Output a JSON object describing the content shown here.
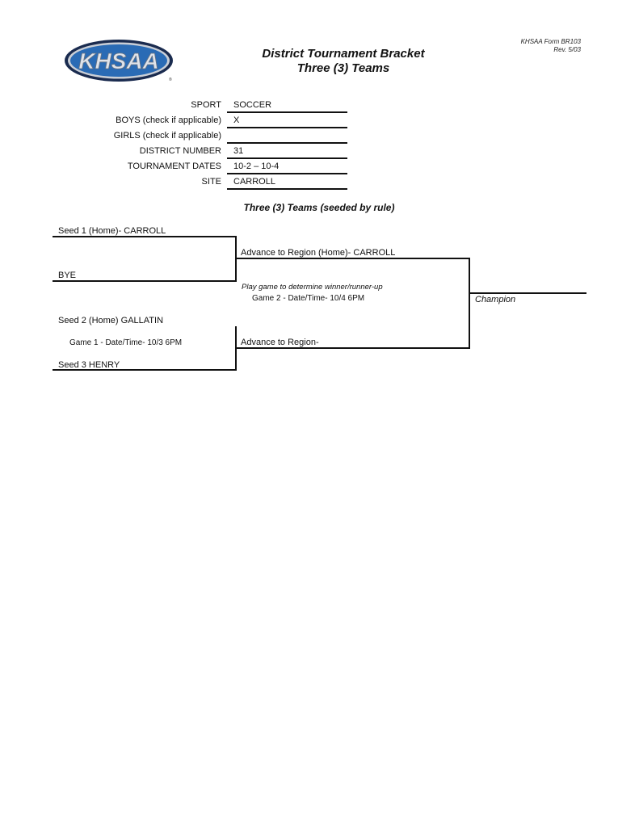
{
  "header": {
    "logo_text": "KHSAA",
    "logo_colors": {
      "oval_outer": "#1a2b4f",
      "oval_inner": "#2a6bb5",
      "letters": "#d8dde4"
    },
    "title_line1": "District Tournament Bracket",
    "title_line2": "Three (3) Teams",
    "form_number": "KHSAA Form  BR103",
    "revision": "Rev. 5/03"
  },
  "form": {
    "fields": [
      {
        "label": "SPORT",
        "value": "SOCCER"
      },
      {
        "label": "BOYS (check if applicable)",
        "value": "X"
      },
      {
        "label": "GIRLS (check if applicable)",
        "value": ""
      },
      {
        "label": "DISTRICT NUMBER",
        "value": "31"
      },
      {
        "label": "TOURNAMENT DATES",
        "value": "10-2 – 10-4"
      },
      {
        "label": "SITE",
        "value": "CARROLL"
      }
    ]
  },
  "bracket": {
    "subtitle": "Three (3) Teams (seeded by rule)",
    "seed1": "Seed 1 (Home)- CARROLL",
    "bye": "BYE",
    "seed2": "Seed 2 (Home) GALLATIN",
    "game1": "Game 1 - Date/Time- 10/3  6PM",
    "seed3": "Seed 3 HENRY",
    "advance_top": "Advance to Region (Home)- CARROLL",
    "play_note": "Play game to determine winner/runner-up",
    "game2": "Game 2 - Date/Time- 10/4  6PM",
    "advance_bottom": "Advance to Region-",
    "champion": "Champion"
  }
}
